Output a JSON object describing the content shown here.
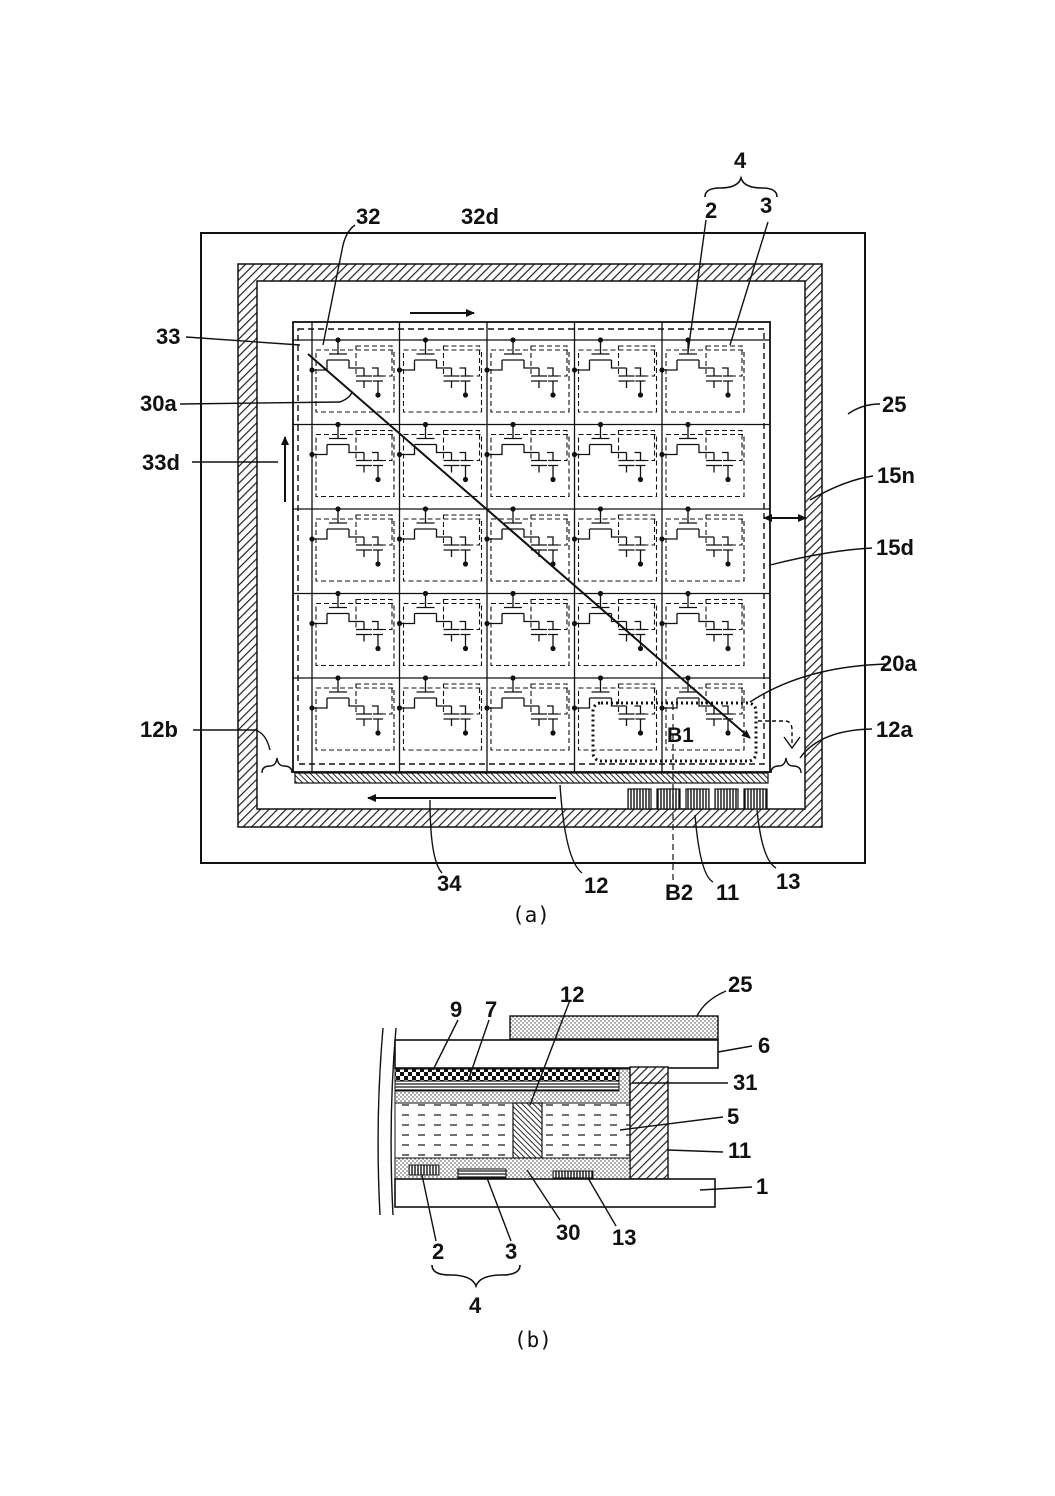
{
  "figure_a": {
    "caption": "(a)",
    "grid": {
      "rows": 5,
      "cols": 5
    },
    "labels": {
      "bracket_4": "4",
      "l2": "2",
      "l3": "3",
      "l32": "32",
      "l32d": "32d",
      "l33": "33",
      "l30a": "30a",
      "l33d": "33d",
      "l25": "25",
      "l15n": "15n",
      "l15d": "15d",
      "l20a": "20a",
      "l12b": "12b",
      "l12a": "12a",
      "lB1": "B1",
      "l34": "34",
      "l12": "12",
      "lB2": "B2",
      "l11": "11",
      "l13": "13"
    }
  },
  "figure_b": {
    "caption": "(b)",
    "labels": {
      "l9": "9",
      "l7": "7",
      "l12": "12",
      "l25": "25",
      "l6": "6",
      "l31": "31",
      "l5": "5",
      "l11": "11",
      "l1": "1",
      "l2": "2",
      "l3": "3",
      "l30": "30",
      "l13": "13",
      "bracket_4": "4"
    }
  }
}
